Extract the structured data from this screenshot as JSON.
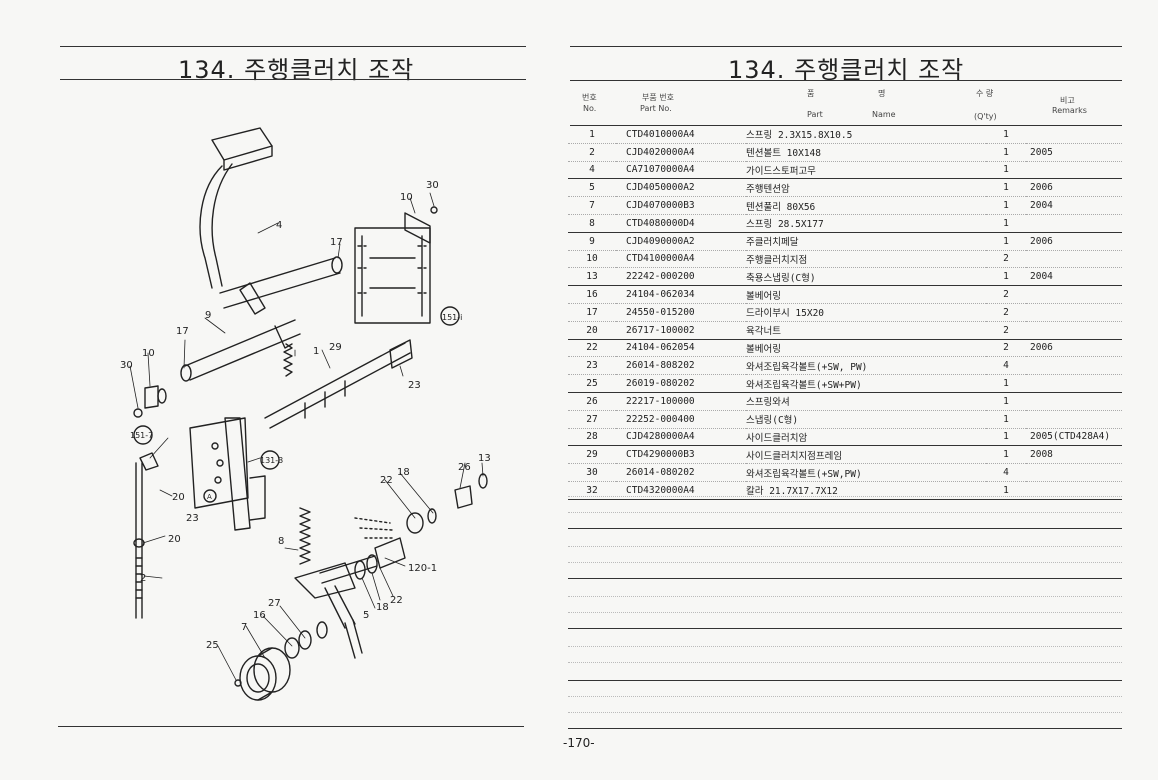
{
  "left_title": "134. 주행클러치 조작",
  "right_title": "134. 주행클러치 조작",
  "table_header": {
    "no_kr": "번호",
    "no_en": "No.",
    "part_no_kr": "부품 번호",
    "part_no_en": "Part No.",
    "name_kr_1": "품",
    "name_kr_2": "명",
    "name_en_1": "Part",
    "name_en_2": "Name",
    "qty_kr": "수 량",
    "qty_en": "(Q'ty)",
    "remarks_kr": "비고",
    "remarks_en": "Remarks"
  },
  "callouts": {
    "c30a": "30",
    "c10a": "10",
    "c4": "4",
    "c17a": "17",
    "c9": "9",
    "c151i": "151-i",
    "c17b": "17",
    "c10b": "10",
    "c30b": "30",
    "c1": "1",
    "c29": "29",
    "c23a": "23",
    "c151_7": "151-7",
    "c131_3": "131-3",
    "cA": "A",
    "c20a": "20",
    "c23b": "23",
    "c20b": "20",
    "c2": "2",
    "c8": "8",
    "c22a": "22",
    "c18a": "18",
    "c26": "26",
    "c13": "13",
    "c120_1": "120-1",
    "c5": "5",
    "c18b": "18",
    "c22b": "22",
    "c27": "27",
    "c16": "16",
    "c7": "7",
    "c25": "25"
  },
  "parts": [
    {
      "no": "1",
      "part_no": "CTD4010000A4",
      "name": "스프링 2.3X15.8X10.5",
      "qty": "1",
      "remarks": ""
    },
    {
      "no": "2",
      "part_no": "CJD4020000A4",
      "name": "텐션볼트 10X148",
      "qty": "1",
      "remarks": "2005"
    },
    {
      "no": "4",
      "part_no": "CA71070000A4",
      "name": "가이드스토퍼고무",
      "qty": "1",
      "remarks": ""
    },
    {
      "no": "5",
      "part_no": "CJD4050000A2",
      "name": "주행텐션암",
      "qty": "1",
      "remarks": "2006"
    },
    {
      "no": "7",
      "part_no": "CJD4070000B3",
      "name": "텐션풀리 80X56",
      "qty": "1",
      "remarks": "2004"
    },
    {
      "no": "8",
      "part_no": "CTD4080000D4",
      "name": "스프링 28.5X177",
      "qty": "1",
      "remarks": ""
    },
    {
      "no": "9",
      "part_no": "CJD4090000A2",
      "name": "주클러치페달",
      "qty": "1",
      "remarks": "2006"
    },
    {
      "no": "10",
      "part_no": "CTD4100000A4",
      "name": "주행클러치지점",
      "qty": "2",
      "remarks": ""
    },
    {
      "no": "13",
      "part_no": "22242-000200",
      "name": "축용스냅링(C형)",
      "qty": "1",
      "remarks": "2004"
    },
    {
      "no": "16",
      "part_no": "24104-062034",
      "name": "볼베어링",
      "qty": "2",
      "remarks": ""
    },
    {
      "no": "17",
      "part_no": "24550-015200",
      "name": "드라이부시 15X20",
      "qty": "2",
      "remarks": ""
    },
    {
      "no": "20",
      "part_no": "26717-100002",
      "name": "육각너트",
      "qty": "2",
      "remarks": ""
    },
    {
      "no": "22",
      "part_no": "24104-062054",
      "name": "볼베어링",
      "qty": "2",
      "remarks": "2006"
    },
    {
      "no": "23",
      "part_no": "26014-808202",
      "name": "와셔조립육각볼트(+SW, PW)",
      "qty": "4",
      "remarks": ""
    },
    {
      "no": "25",
      "part_no": "26019-080202",
      "name": "와셔조립육각볼트(+SW+PW)",
      "qty": "1",
      "remarks": ""
    },
    {
      "no": "26",
      "part_no": "22217-100000",
      "name": "스프링와셔",
      "qty": "1",
      "remarks": ""
    },
    {
      "no": "27",
      "part_no": "22252-000400",
      "name": "스냅링(C형)",
      "qty": "1",
      "remarks": ""
    },
    {
      "no": "28",
      "part_no": "CJD4280000A4",
      "name": "사이드클러치암",
      "qty": "1",
      "remarks": "2005(CTD428A4)"
    },
    {
      "no": "29",
      "part_no": "CTD4290000B3",
      "name": "사이드클러치지점프레임",
      "qty": "1",
      "remarks": "2008"
    },
    {
      "no": "30",
      "part_no": "26014-080202",
      "name": "와셔조립육각볼트(+SW,PW)",
      "qty": "4",
      "remarks": ""
    },
    {
      "no": "32",
      "part_no": "CTD4320000A4",
      "name": "칼라 21.7X17.7X12",
      "qty": "1",
      "remarks": ""
    }
  ],
  "page_number": "-170-"
}
